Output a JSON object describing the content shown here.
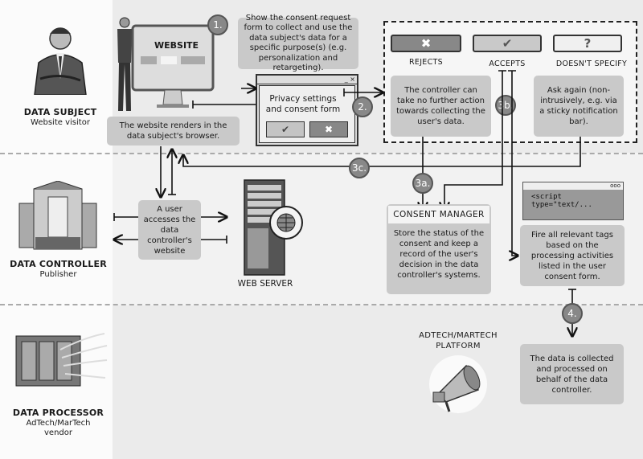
{
  "entities": {
    "data_subject": {
      "title": "DATA SUBJECT",
      "subtitle": "Website visitor"
    },
    "data_controller": {
      "title": "DATA CONTROLLER",
      "subtitle": "Publisher"
    },
    "data_processor": {
      "title": "DATA PROCESSOR",
      "subtitle_line1": "AdTech/MarTech",
      "subtitle_line2": "vendor"
    }
  },
  "website": {
    "label": "WEBSITE",
    "caption": "The website renders in the data subject's browser."
  },
  "step1": {
    "badge": "1.",
    "text": "Show the consent request form to collect and use the data subject's data for a specific purpose(s) (e.g. personalization and retargeting)."
  },
  "consent_form": {
    "window_controls": "_ ×",
    "text": "Privacy settings and consent form",
    "accept_icon": "✔",
    "reject_icon": "✖"
  },
  "step2": {
    "badge": "2."
  },
  "choices": {
    "rejects": {
      "icon": "✖",
      "label": "REJECTS",
      "text": "The controller can take no further action towards collecting the user's data."
    },
    "accepts": {
      "icon": "✔",
      "label": "ACCEPTS"
    },
    "doesnt_specify": {
      "icon": "?",
      "label": "DOESN'T SPECIFY",
      "text": "Ask again (non-intrusively, e.g. via a sticky notification bar)."
    }
  },
  "step3a": {
    "badge": "3a."
  },
  "step3b": {
    "badge": "3b."
  },
  "step3c": {
    "badge": "3c."
  },
  "step4": {
    "badge": "4."
  },
  "user_access": {
    "text": "A user accesses the data controller's website"
  },
  "web_server": {
    "label": "WEB SERVER"
  },
  "consent_manager": {
    "title": "CONSENT MANAGER",
    "text": "Store the status of the consent and keep a record of the user's decision in the data controller's systems."
  },
  "script_window": {
    "dots": "ooo",
    "code": "<script type=\"text/..."
  },
  "fire_tags": {
    "text": "Fire all relevant tags based on the processing activities listed in the user consent form."
  },
  "platform": {
    "title_line1": "ADTECH/MARTECH",
    "title_line2": "PLATFORM"
  },
  "data_collected": {
    "text": "The data is collected and processed on behalf of the data controller."
  }
}
